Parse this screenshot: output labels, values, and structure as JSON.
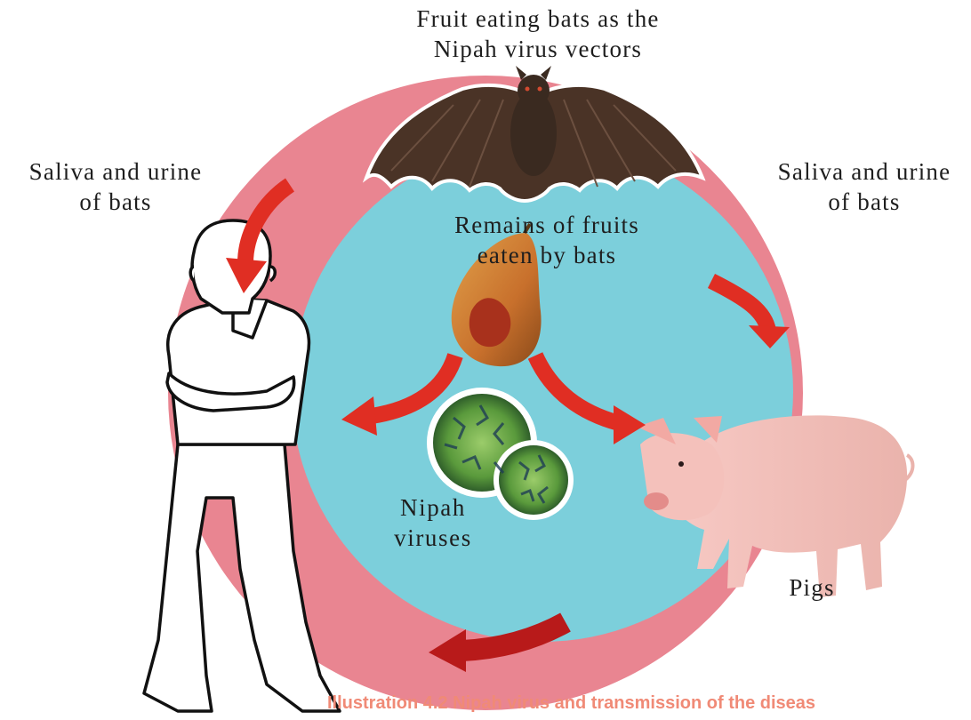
{
  "labels": {
    "vectors": [
      "Fruit eating bats as the",
      "Nipah virus vectors"
    ],
    "saliva_left": [
      "Saliva and urine",
      "of bats"
    ],
    "saliva_right": [
      "Saliva and urine",
      "of bats"
    ],
    "fruit_remains": [
      "Remains of fruits",
      "eaten by bats"
    ],
    "viruses": [
      "Nipah",
      "viruses"
    ],
    "pigs": "Pigs"
  },
  "caption": "Illustration 4.2  Nipah virus and transmission of the diseas",
  "colors": {
    "outer_ring": "#e98591",
    "inner_disc": "#7ccfdb",
    "arrow": "#e02e23",
    "caption": "#f08a76"
  },
  "icons": [
    "bat-icon",
    "human-figure-icon",
    "fruit-icon",
    "virus-icon",
    "pig-icon"
  ]
}
